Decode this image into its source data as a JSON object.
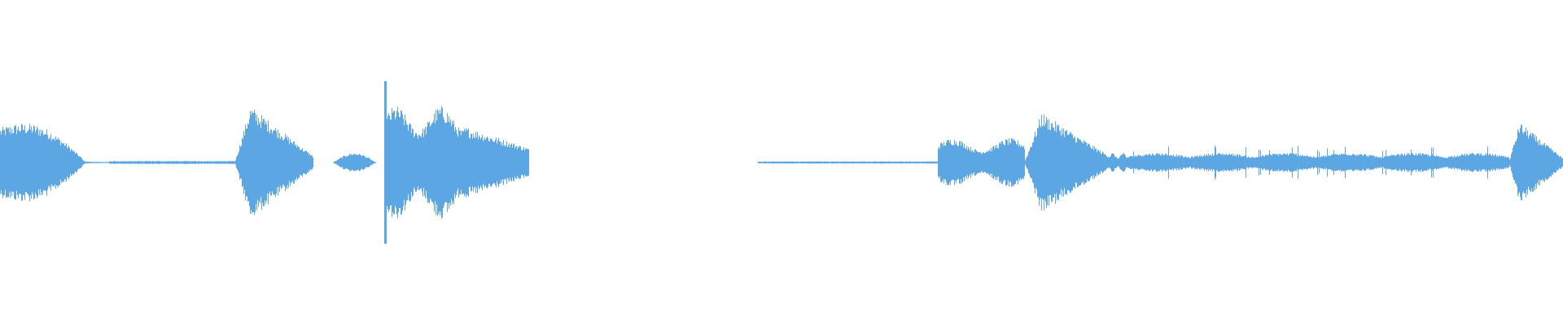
{
  "waveform": {
    "color": "#5ca7e3",
    "background": "#ffffff",
    "segments": [
      {
        "start": 0.0,
        "end": 0.07,
        "peak": 0.62,
        "shape": "decay"
      },
      {
        "start": 0.07,
        "end": 0.15,
        "peak": 0.02,
        "shape": "flat"
      },
      {
        "start": 0.15,
        "end": 0.2,
        "peak": 0.7,
        "shape": "burst"
      },
      {
        "start": 0.213,
        "end": 0.24,
        "peak": 0.12,
        "shape": "swell"
      },
      {
        "start": 0.246,
        "end": 0.338,
        "peak": 1.0,
        "shape": "spike-decay"
      },
      {
        "start": 0.485,
        "end": 0.6,
        "peak": 0.015,
        "shape": "flat"
      },
      {
        "start": 0.6,
        "end": 0.655,
        "peak": 0.3,
        "shape": "sustain"
      },
      {
        "start": 0.655,
        "end": 0.71,
        "peak": 0.62,
        "shape": "burst"
      },
      {
        "start": 0.71,
        "end": 0.72,
        "peak": 0.12,
        "shape": "sustain"
      },
      {
        "start": 0.72,
        "end": 0.965,
        "peak": 0.2,
        "shape": "noisy"
      },
      {
        "start": 0.965,
        "end": 1.0,
        "peak": 0.5,
        "shape": "burst"
      }
    ]
  }
}
